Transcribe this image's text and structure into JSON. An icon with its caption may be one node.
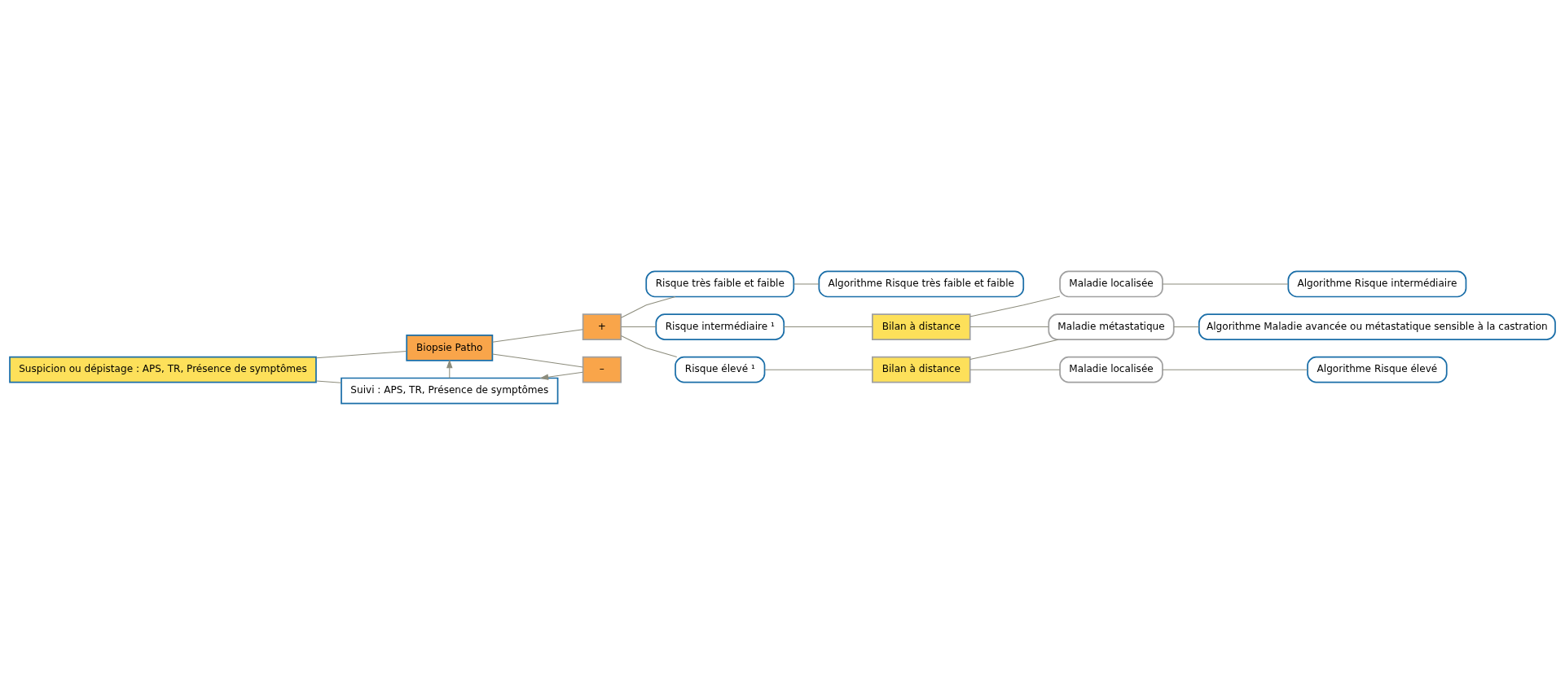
{
  "diagram": {
    "nodes": [
      {
        "text": [
          "Suspicion ou dépistage : APS, TR, Présence de symptômes"
        ]
      },
      {
        "text": [
          "Biopsie Patho"
        ]
      },
      {
        "text": [
          "Suivi : APS, TR, Présence de symptômes"
        ]
      },
      {
        "text": [
          "+"
        ]
      },
      {
        "text": [
          "–"
        ]
      },
      {
        "text": [
          "Risque très faible et faible"
        ]
      },
      {
        "text": [
          "Algorithme Risque très faible et faible"
        ]
      },
      {
        "text": [
          "Risque intermédiaire ¹"
        ]
      },
      {
        "text": [
          "Bilan à distance"
        ]
      },
      {
        "text": [
          "Maladie localisée"
        ]
      },
      {
        "text": [
          "Algorithme Risque intermédiaire"
        ]
      },
      {
        "text": [
          "Maladie métastatique"
        ]
      },
      {
        "text": [
          "Algorithme Maladie avancée ou métastatique sensible à la castration"
        ]
      },
      {
        "text": [
          "Risque élevé ¹"
        ]
      },
      {
        "text": [
          "Bilan à distance"
        ]
      },
      {
        "text": [
          "Maladie localisée"
        ]
      },
      {
        "text": [
          "Algorithme Risque élevé"
        ]
      }
    ],
    "edges": [
      {
        "from": 0,
        "to": 1,
        "arrow": "none"
      },
      {
        "from": 0,
        "to": 2,
        "arrow": "none"
      },
      {
        "from": 2,
        "to": 1,
        "arrow": "to"
      },
      {
        "from": 1,
        "to": 3,
        "arrow": "none"
      },
      {
        "from": 1,
        "to": 4,
        "arrow": "none"
      },
      {
        "from": 4,
        "to": 2,
        "arrow": "to"
      },
      {
        "from": 3,
        "to": 5,
        "arrow": "none"
      },
      {
        "from": 3,
        "to": 7,
        "arrow": "none"
      },
      {
        "from": 3,
        "to": 13,
        "arrow": "none"
      },
      {
        "from": 5,
        "to": 6,
        "arrow": "none"
      },
      {
        "from": 7,
        "to": 8,
        "arrow": "none"
      },
      {
        "from": 8,
        "to": 9,
        "arrow": "none"
      },
      {
        "from": 8,
        "to": 11,
        "arrow": "none"
      },
      {
        "from": 9,
        "to": 10,
        "arrow": "none"
      },
      {
        "from": 11,
        "to": 12,
        "arrow": "none"
      },
      {
        "from": 13,
        "to": 14,
        "arrow": "none"
      },
      {
        "from": 14,
        "to": 11,
        "arrow": "none"
      },
      {
        "from": 14,
        "to": 15,
        "arrow": "none"
      },
      {
        "from": 15,
        "to": 16,
        "arrow": "none"
      }
    ]
  }
}
